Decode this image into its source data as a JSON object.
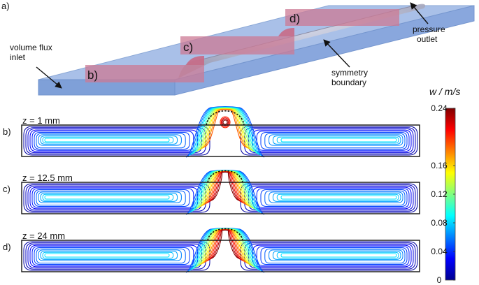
{
  "panel_a": {
    "letter": "a)",
    "callouts": {
      "inlet": [
        "volume flux",
        "inlet"
      ],
      "outlet": [
        "pressure",
        "outlet"
      ],
      "symmetry": [
        "symmetry",
        "boundary"
      ]
    },
    "section_labels": [
      "b)",
      "c)",
      "d)"
    ],
    "colors": {
      "channel_top": "#a9c0e8",
      "channel_side": "#8fabe0",
      "channel_front": "#7fa0d8",
      "section_plane": "#cc7a94",
      "droplet": "#b6b6c8"
    }
  },
  "sections": [
    {
      "letter": "b)",
      "label": "z = 1 mm",
      "hot_spot": "closed"
    },
    {
      "letter": "c)",
      "label": "z = 12.5 mm",
      "hot_spot": "open"
    },
    {
      "letter": "d)",
      "label": "z = 24 mm",
      "hot_spot": "open"
    }
  ],
  "colorbar": {
    "title": "w / m/s",
    "min": 0,
    "max": 0.24,
    "ticks": [
      "0.24",
      "0.16",
      "0.12",
      "0.08",
      "0.04",
      "0"
    ],
    "tick_values": [
      0.24,
      0.16,
      0.12,
      0.08,
      0.04,
      0
    ],
    "colormap": [
      "#00008f",
      "#0000ff",
      "#0080ff",
      "#00ffff",
      "#80ff80",
      "#ffff00",
      "#ff8000",
      "#ff0000",
      "#800000"
    ]
  }
}
